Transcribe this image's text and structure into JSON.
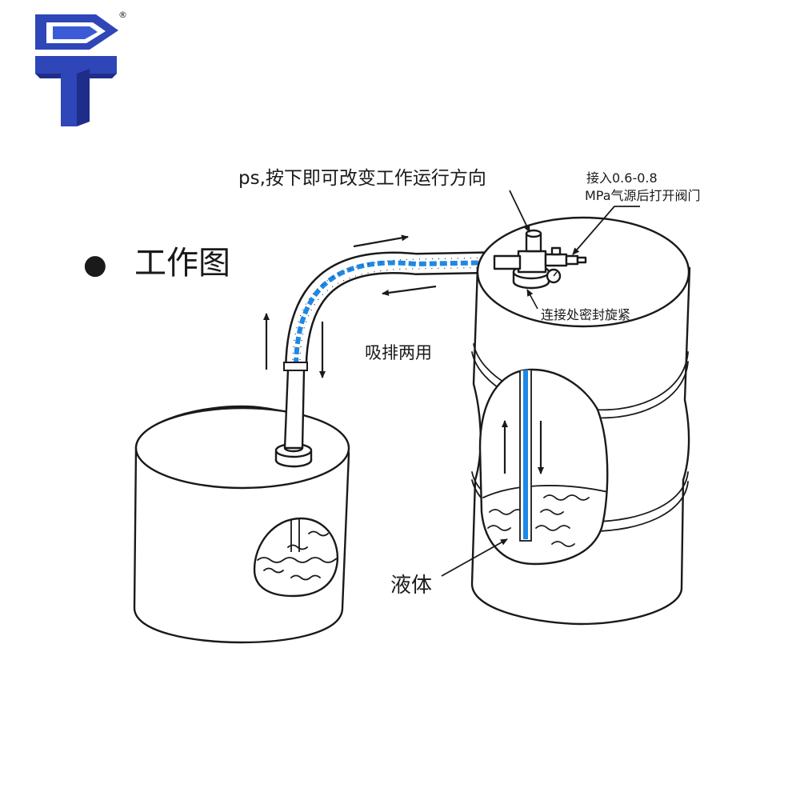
{
  "logo": {
    "registered_mark": "®",
    "colors": {
      "dark": "#1f2d8a",
      "mid": "#2e46b8",
      "light": "#3b5bd6"
    }
  },
  "section": {
    "bullet": "●",
    "title": "工作图"
  },
  "labels": {
    "switch_note": "ps,按下即可改变工作运行方向",
    "air_note_line1": "接入0.6-0.8",
    "air_note_line2": "MPa气源后打开阀门",
    "seal_note": "连接处密封旋紧",
    "dual_use": "吸排两用",
    "liquid": "液体"
  },
  "colors": {
    "hose_blue": "#1e88e5",
    "outline": "#1a1a1a"
  }
}
